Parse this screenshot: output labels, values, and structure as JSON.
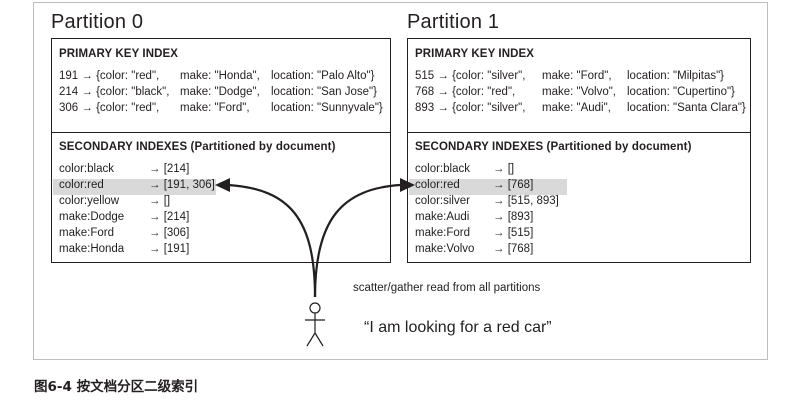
{
  "partitions": [
    {
      "title": "Partition 0",
      "primary_heading": "PRIMARY KEY INDEX",
      "primary_rows": [
        {
          "key": "191 → {color: \"red\",",
          "make": "make: \"Honda\",",
          "location": "location: \"Palo Alto\"}"
        },
        {
          "key": "214 → {color: \"black\",",
          "make": "make: \"Dodge\",",
          "location": "location: \"San Jose\"}"
        },
        {
          "key": "306 → {color: \"red\",",
          "make": "make: \"Ford\",",
          "location": "location: \"Sunnyvale\"}"
        }
      ],
      "secondary_heading": "SECONDARY INDEXES (Partitioned by document)",
      "secondary_rows": [
        {
          "term": "color:black",
          "postings": "→ [214]",
          "highlighted": false
        },
        {
          "term": "color:red",
          "postings": "→ [191, 306]",
          "highlighted": true
        },
        {
          "term": "color:yellow",
          "postings": "→ []",
          "highlighted": false
        },
        {
          "term": "make:Dodge",
          "postings": "→ [214]",
          "highlighted": false
        },
        {
          "term": "make:Ford",
          "postings": "→ [306]",
          "highlighted": false
        },
        {
          "term": "make:Honda",
          "postings": "→ [191]",
          "highlighted": false
        }
      ]
    },
    {
      "title": "Partition 1",
      "primary_heading": "PRIMARY KEY INDEX",
      "primary_rows": [
        {
          "key": "515 → {color: \"silver\",",
          "make": "make: \"Ford\",",
          "location": "location: \"Milpitas\"}"
        },
        {
          "key": "768 → {color: \"red\",",
          "make": "make: \"Volvo\",",
          "location": "location: \"Cupertino\"}"
        },
        {
          "key": "893 → {color: \"silver\",",
          "make": "make: \"Audi\",",
          "location": "location: \"Santa Clara\"}"
        }
      ],
      "secondary_heading": "SECONDARY INDEXES (Partitioned by document)",
      "secondary_rows": [
        {
          "term": "color:black",
          "postings": "→ []",
          "highlighted": false
        },
        {
          "term": "color:red",
          "postings": "→ [768]",
          "highlighted": true
        },
        {
          "term": "color:silver",
          "postings": "→ [515, 893]",
          "highlighted": false
        },
        {
          "term": "make:Audi",
          "postings": "→ [893]",
          "highlighted": false
        },
        {
          "term": "make:Ford",
          "postings": "→ [515]",
          "highlighted": false
        },
        {
          "term": "make:Volvo",
          "postings": "→ [768]",
          "highlighted": false
        }
      ]
    }
  ],
  "scatter_label": "scatter/gather read from all partitions",
  "person_quote": "“I am looking for a red car”",
  "caption": "图6-4 按文档分区二级索引",
  "colors": {
    "ink": "#231f20",
    "highlight": "#d9d9d9",
    "frame": "#bdbdbd"
  }
}
